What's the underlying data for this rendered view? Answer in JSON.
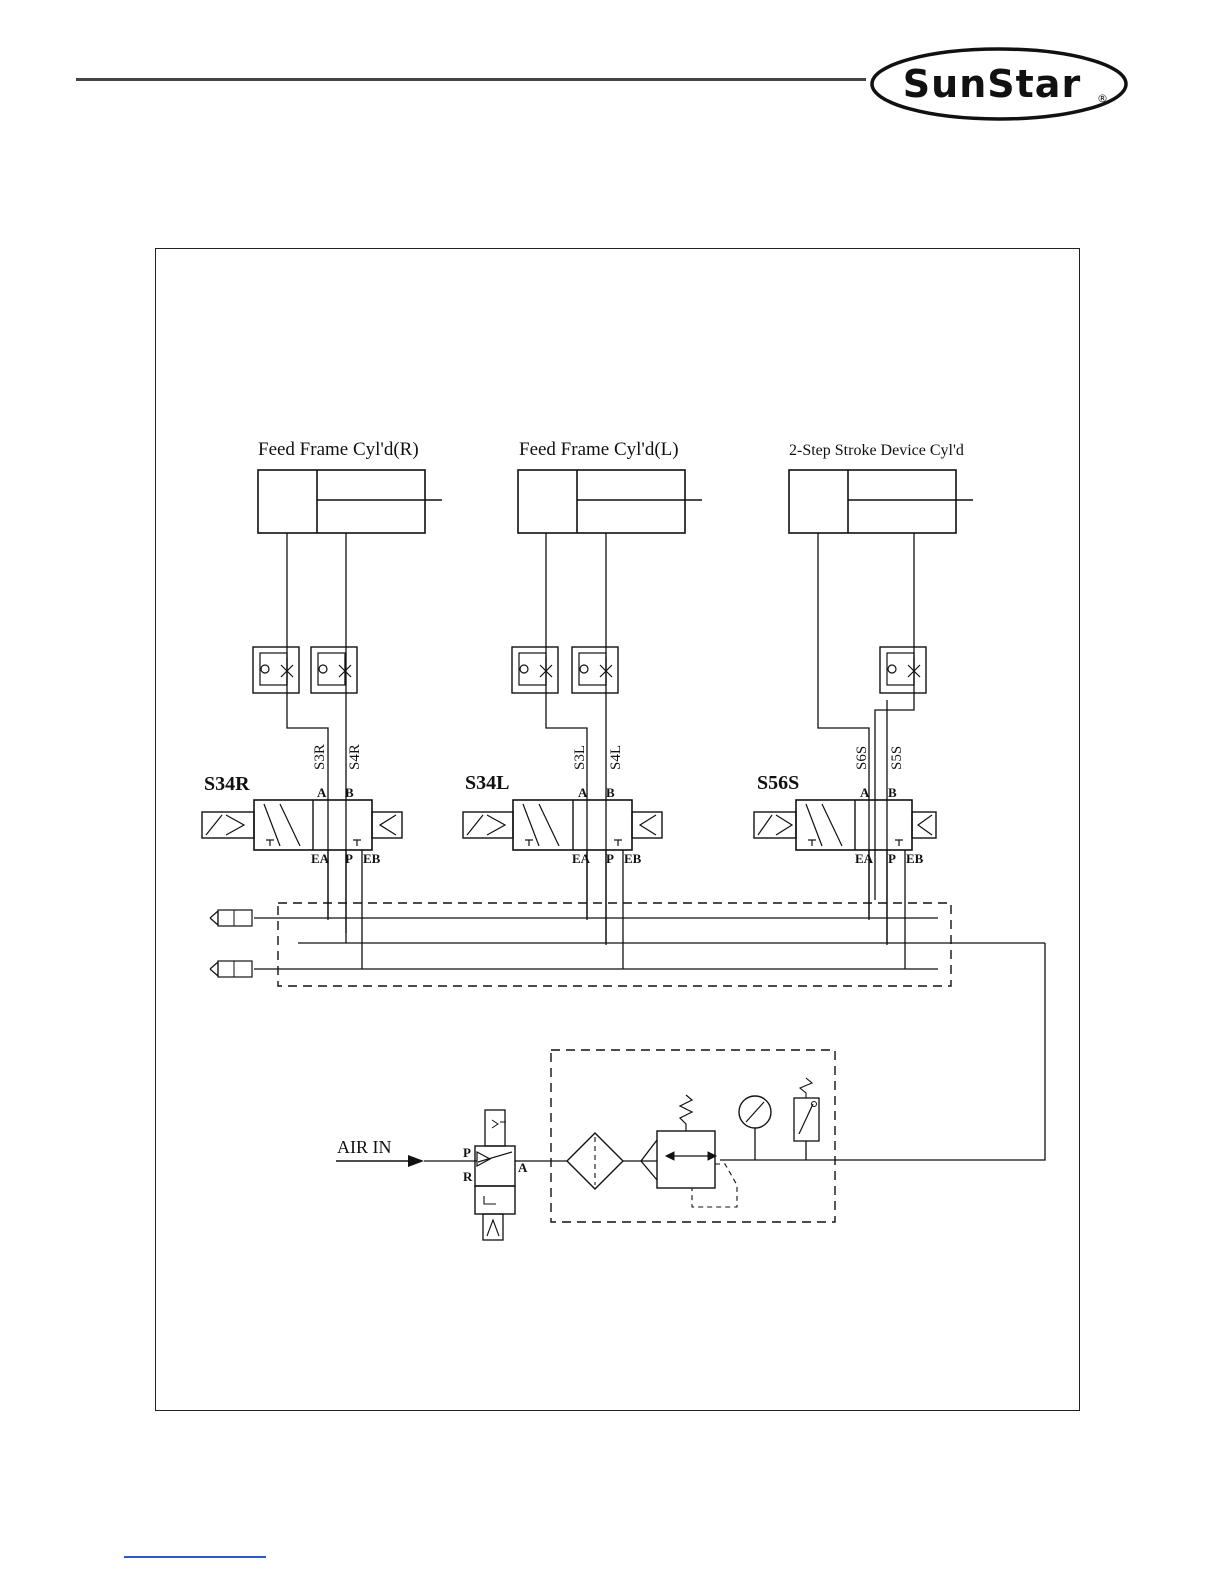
{
  "brand": {
    "logo_text": "SunStar",
    "registered_mark": "®"
  },
  "diagram": {
    "cylinders": [
      {
        "title": "Feed Frame Cyl'd(R)"
      },
      {
        "title": "Feed Frame Cyl'd(L)"
      },
      {
        "title": "2-Step Stroke Device Cyl'd"
      }
    ],
    "valves": [
      {
        "name": "S34R",
        "line_a": "S3R",
        "line_b": "S4R",
        "port_a": "A",
        "port_b": "B",
        "port_ea": "EA",
        "port_p": "P",
        "port_eb": "EB"
      },
      {
        "name": "S34L",
        "line_a": "S3L",
        "line_b": "S4L",
        "port_a": "A",
        "port_b": "B",
        "port_ea": "EA",
        "port_p": "P",
        "port_eb": "EB"
      },
      {
        "name": "S56S",
        "line_a": "S6S",
        "line_b": "S5S",
        "port_a": "A",
        "port_b": "B",
        "port_ea": "EA",
        "port_p": "P",
        "port_eb": "EB"
      }
    ],
    "air_inlet": {
      "label": "AIR IN",
      "port_p": "P",
      "port_r": "R",
      "port_a": "A"
    }
  }
}
